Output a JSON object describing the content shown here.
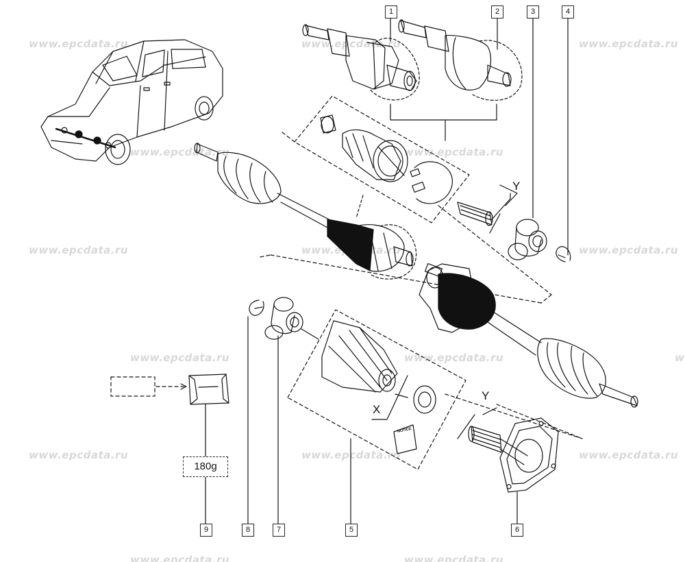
{
  "watermark": "www.epcdata.ru",
  "callouts": {
    "c1": "1",
    "c2": "2",
    "c3": "3",
    "c4": "4",
    "c5": "5",
    "c6": "6",
    "c7": "7",
    "c8": "8",
    "c9": "9"
  },
  "grease_qty": "180g",
  "dim_labels": {
    "y_upper": "Y",
    "y_lower": "Y",
    "x": "X"
  },
  "notice_label": "NOTICE",
  "colors": {
    "line": "#111111",
    "boot": "#111111",
    "watermark": "#d8d8d8"
  }
}
